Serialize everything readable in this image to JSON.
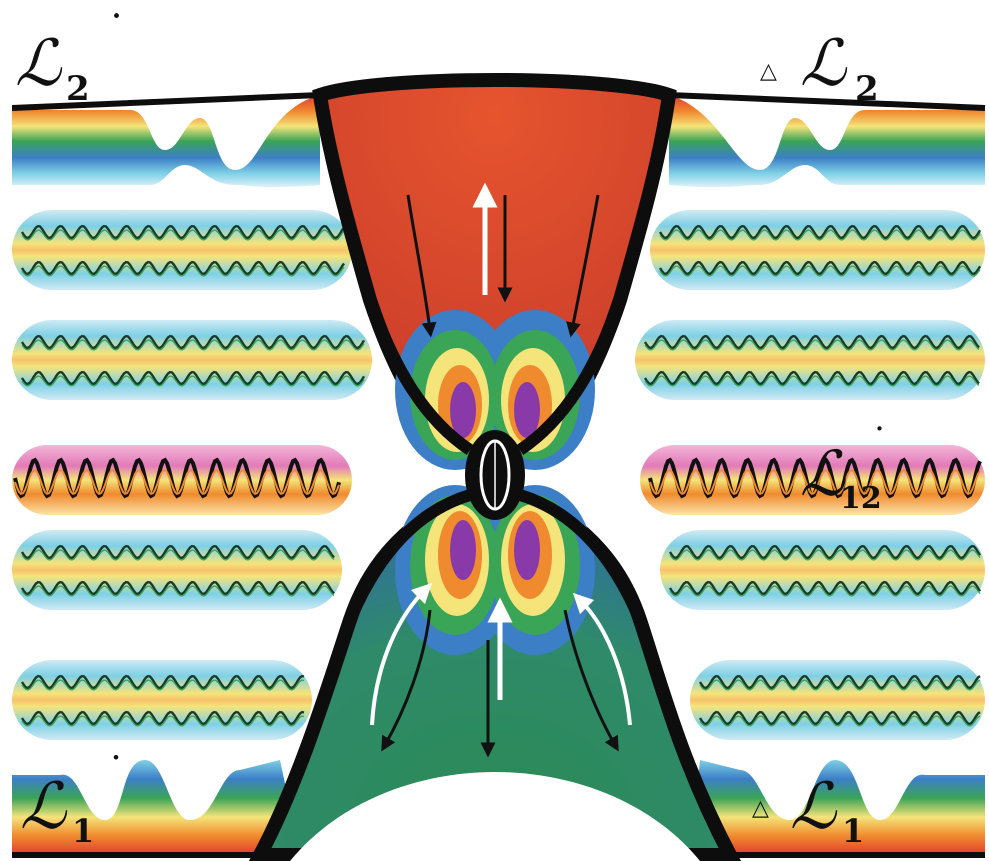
{
  "labels": {
    "top_left": {
      "script": "ℒ",
      "sub": "2",
      "mark": "˙",
      "prefix": ""
    },
    "top_right": {
      "script": "ℒ",
      "sub": "2",
      "mark": "",
      "prefix": "△"
    },
    "mid_right": {
      "script": "ℒ",
      "sub": "12",
      "mark": "˙",
      "prefix": ""
    },
    "bot_left": {
      "script": "ℒ",
      "sub": "1",
      "mark": "˙",
      "prefix": ""
    },
    "bot_right": {
      "script": "ℒ",
      "sub": "1",
      "mark": "",
      "prefix": "△"
    }
  },
  "colors": {
    "upper_region": "#d9452a",
    "lower_region": "#2f8a57",
    "outline": "#0d0d0d",
    "band_yellow": "#f4e47a",
    "band_cyan": "#7fd0e6",
    "band_blue": "#3c7fc6",
    "band_green": "#3aa457",
    "band_orange": "#f08a2e",
    "band_red": "#e23b2e",
    "band_purple": "#8a3aa8",
    "band_pink": "#e27ab8"
  },
  "icons": {
    "arrow_up_white": "arrow-up-icon",
    "arrow_down_black": "arrow-down-icon",
    "triangle": "triangle-icon"
  }
}
